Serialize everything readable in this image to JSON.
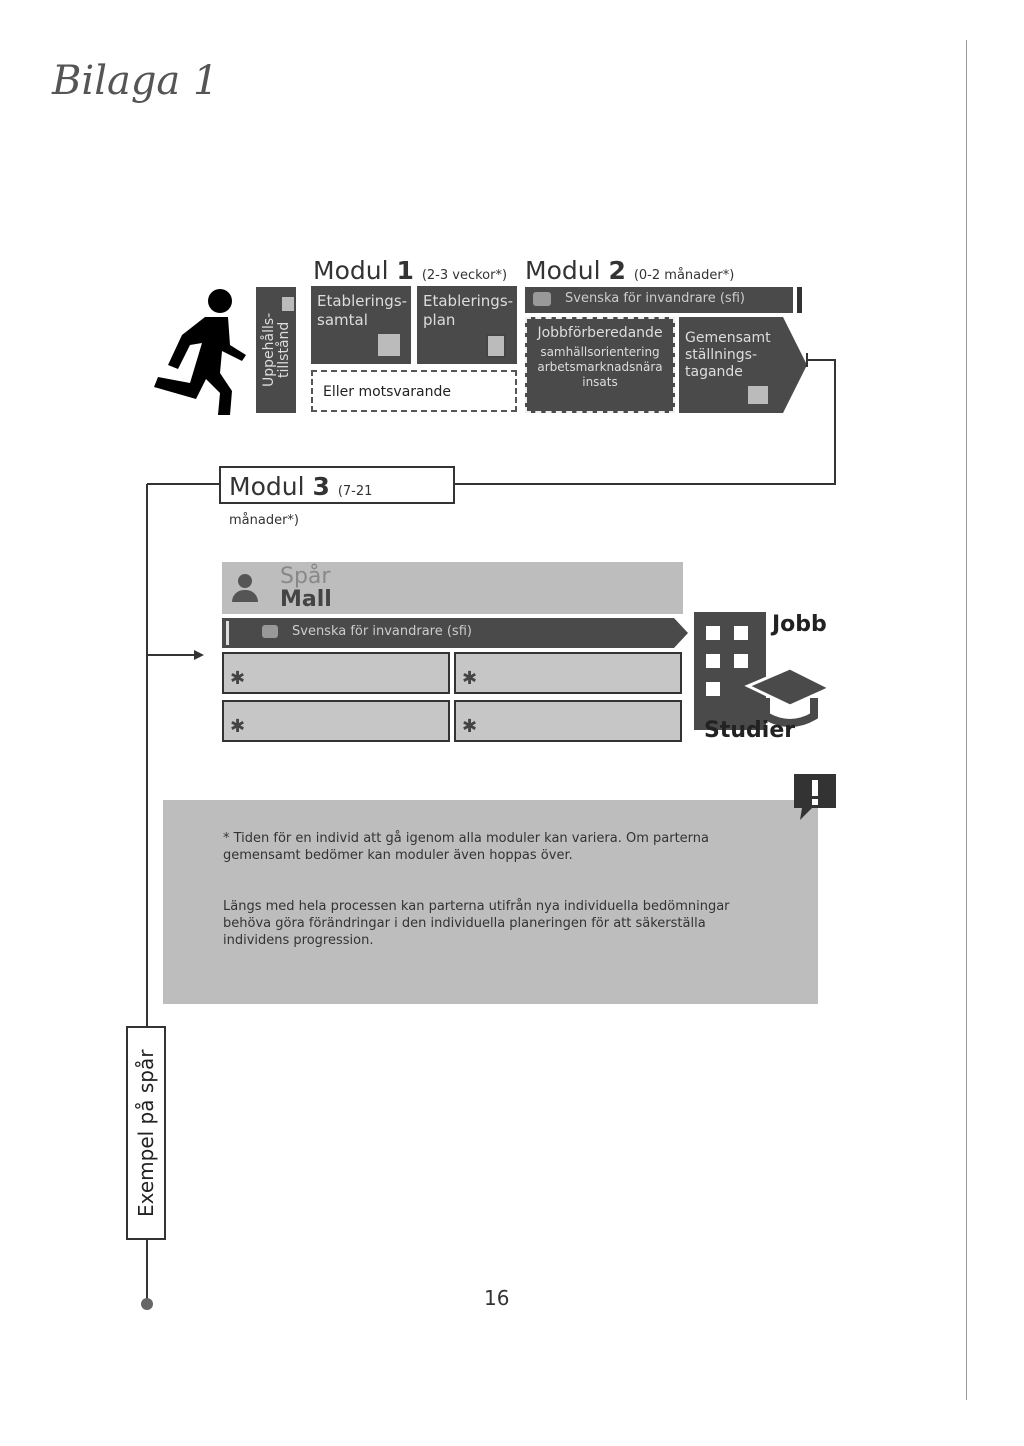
{
  "header": {
    "handwritten_title": "Bilaga 1"
  },
  "module1": {
    "title_prefix": "Modul",
    "number": "1",
    "duration": "(2-3 veckor*)",
    "box1": "Etablerings-\nsamtal",
    "box2": "Etablerings-\nplan",
    "alt": "Eller motsvarande"
  },
  "permit": {
    "label": "Uppehålls-\ntillstånd"
  },
  "module2": {
    "title_prefix": "Modul",
    "number": "2",
    "duration": "(0-2 månader*)",
    "sfi_bar": "Svenska för invandrare (sfi)",
    "prep_title": "Jobbförberedande",
    "prep_items": "samhällsorientering\narbetsmarknadsnära\ninsats",
    "joint": "Gemensamt\nställnings-\ntagande"
  },
  "module3": {
    "title_prefix": "Modul",
    "number": "3",
    "duration": "(7-21 månader*)"
  },
  "track": {
    "title_line1": "Spår",
    "title_line2": "Mall",
    "sfi_bar": "Svenska för invandrare (sfi)"
  },
  "outcomes": {
    "job": "Jobb",
    "studies": "Studier"
  },
  "notes": {
    "p1": "* Tiden för en individ att gå igenom alla moduler kan variera. Om parterna gemensamt bedömer kan moduler även hoppas över.",
    "p2": "Längs med hela processen kan parterna utifrån nya individuella bedömningar behöva göra förändringar i den individuella planeringen för att säkerställa individens progression."
  },
  "sidebar": {
    "label": "Exempel på spår"
  },
  "page": {
    "number": "16"
  }
}
